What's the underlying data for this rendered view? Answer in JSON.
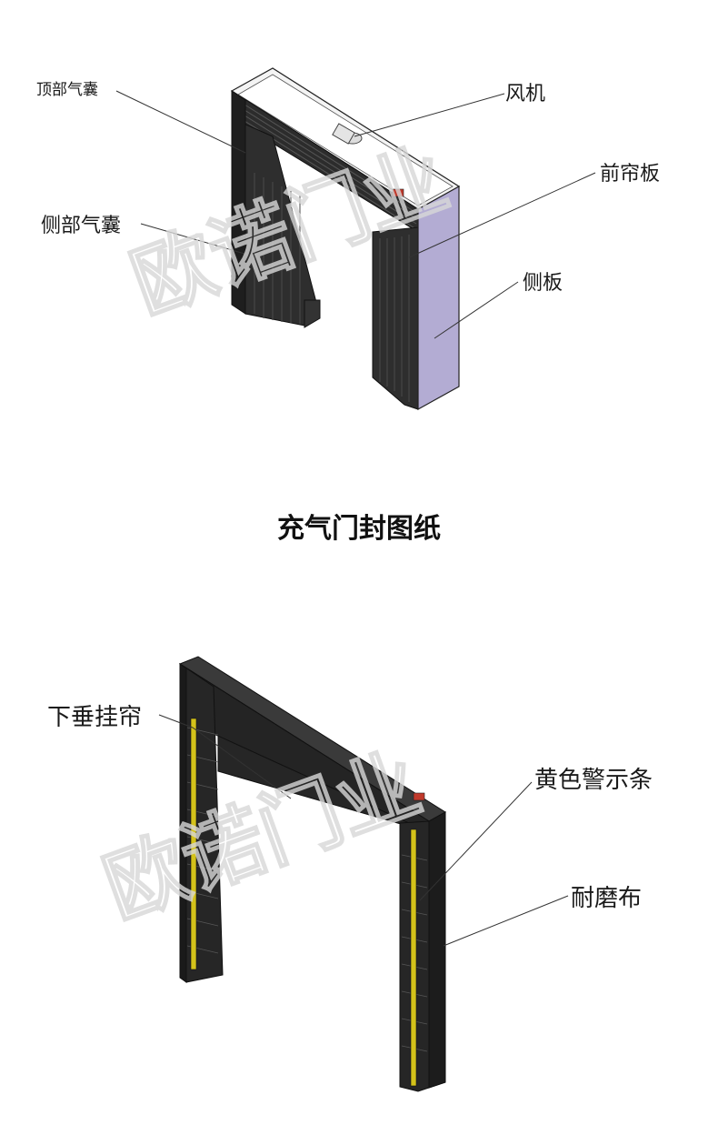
{
  "title": "充气门封图纸",
  "watermark": "欧诺门业",
  "colors": {
    "body_dark": "#2a2a2a",
    "side_panel": "#b3acd3",
    "warning_yellow": "#d4c21a",
    "watermark": "#d8d8d8"
  },
  "diagram_top": {
    "labels": {
      "top_airbag": "顶部气囊",
      "fan": "风机",
      "front_curtain": "前帘板",
      "side_airbag": "侧部气囊",
      "side_panel": "侧板"
    }
  },
  "diagram_bottom": {
    "labels": {
      "hanging_curtain": "下垂挂帘",
      "warning_strip": "黄色警示条",
      "wear_fabric": "耐磨布"
    }
  }
}
